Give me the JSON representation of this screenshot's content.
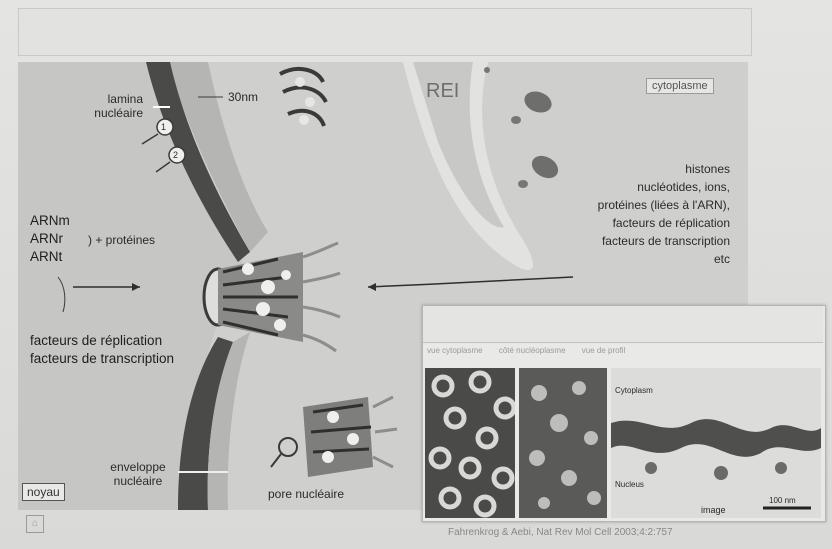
{
  "diagram": {
    "labels": {
      "lamina": "lamina\nnucléaire",
      "scale": "30nm",
      "rei": "REI",
      "cytoplasme": "cytoplasme",
      "num1": "1",
      "num2": "2",
      "arnm": "ARNm",
      "arnr": "ARNr",
      "arnt": "ARNt",
      "proteines": ") + protéines",
      "facteurs_left_1": "facteurs de réplication",
      "facteurs_left_2": "facteurs de transcription",
      "histones": "histones",
      "nucleotides": "nucléotides, ions,",
      "proteines_liees": "protéines (liées à l'ARN),",
      "facteurs_rep_right": "facteurs de réplication",
      "facteurs_trans_right": "facteurs de transcription",
      "etc": "etc",
      "enveloppe": "enveloppe\nnucléaire",
      "pore": "pore nucléaire",
      "noyau": "noyau"
    },
    "colors": {
      "cytoplasm": "#cfcfcd",
      "membrane_dark": "#4a4a48",
      "envelope_light": "#b9b9b7",
      "nucleus": "#c4c4c2"
    }
  },
  "inset": {
    "captions": [
      "vue cytoplasme",
      "côté nucléoplasme",
      "vue de profil"
    ],
    "labels": {
      "cytoplasm": "Cytoplasm",
      "nucleus": "Nucleus",
      "image": "image",
      "scalebar": "100 nm"
    }
  },
  "citation": "Fahrenkrog & Aebi, Nat Rev Mol Cell 2003;4:2:757"
}
